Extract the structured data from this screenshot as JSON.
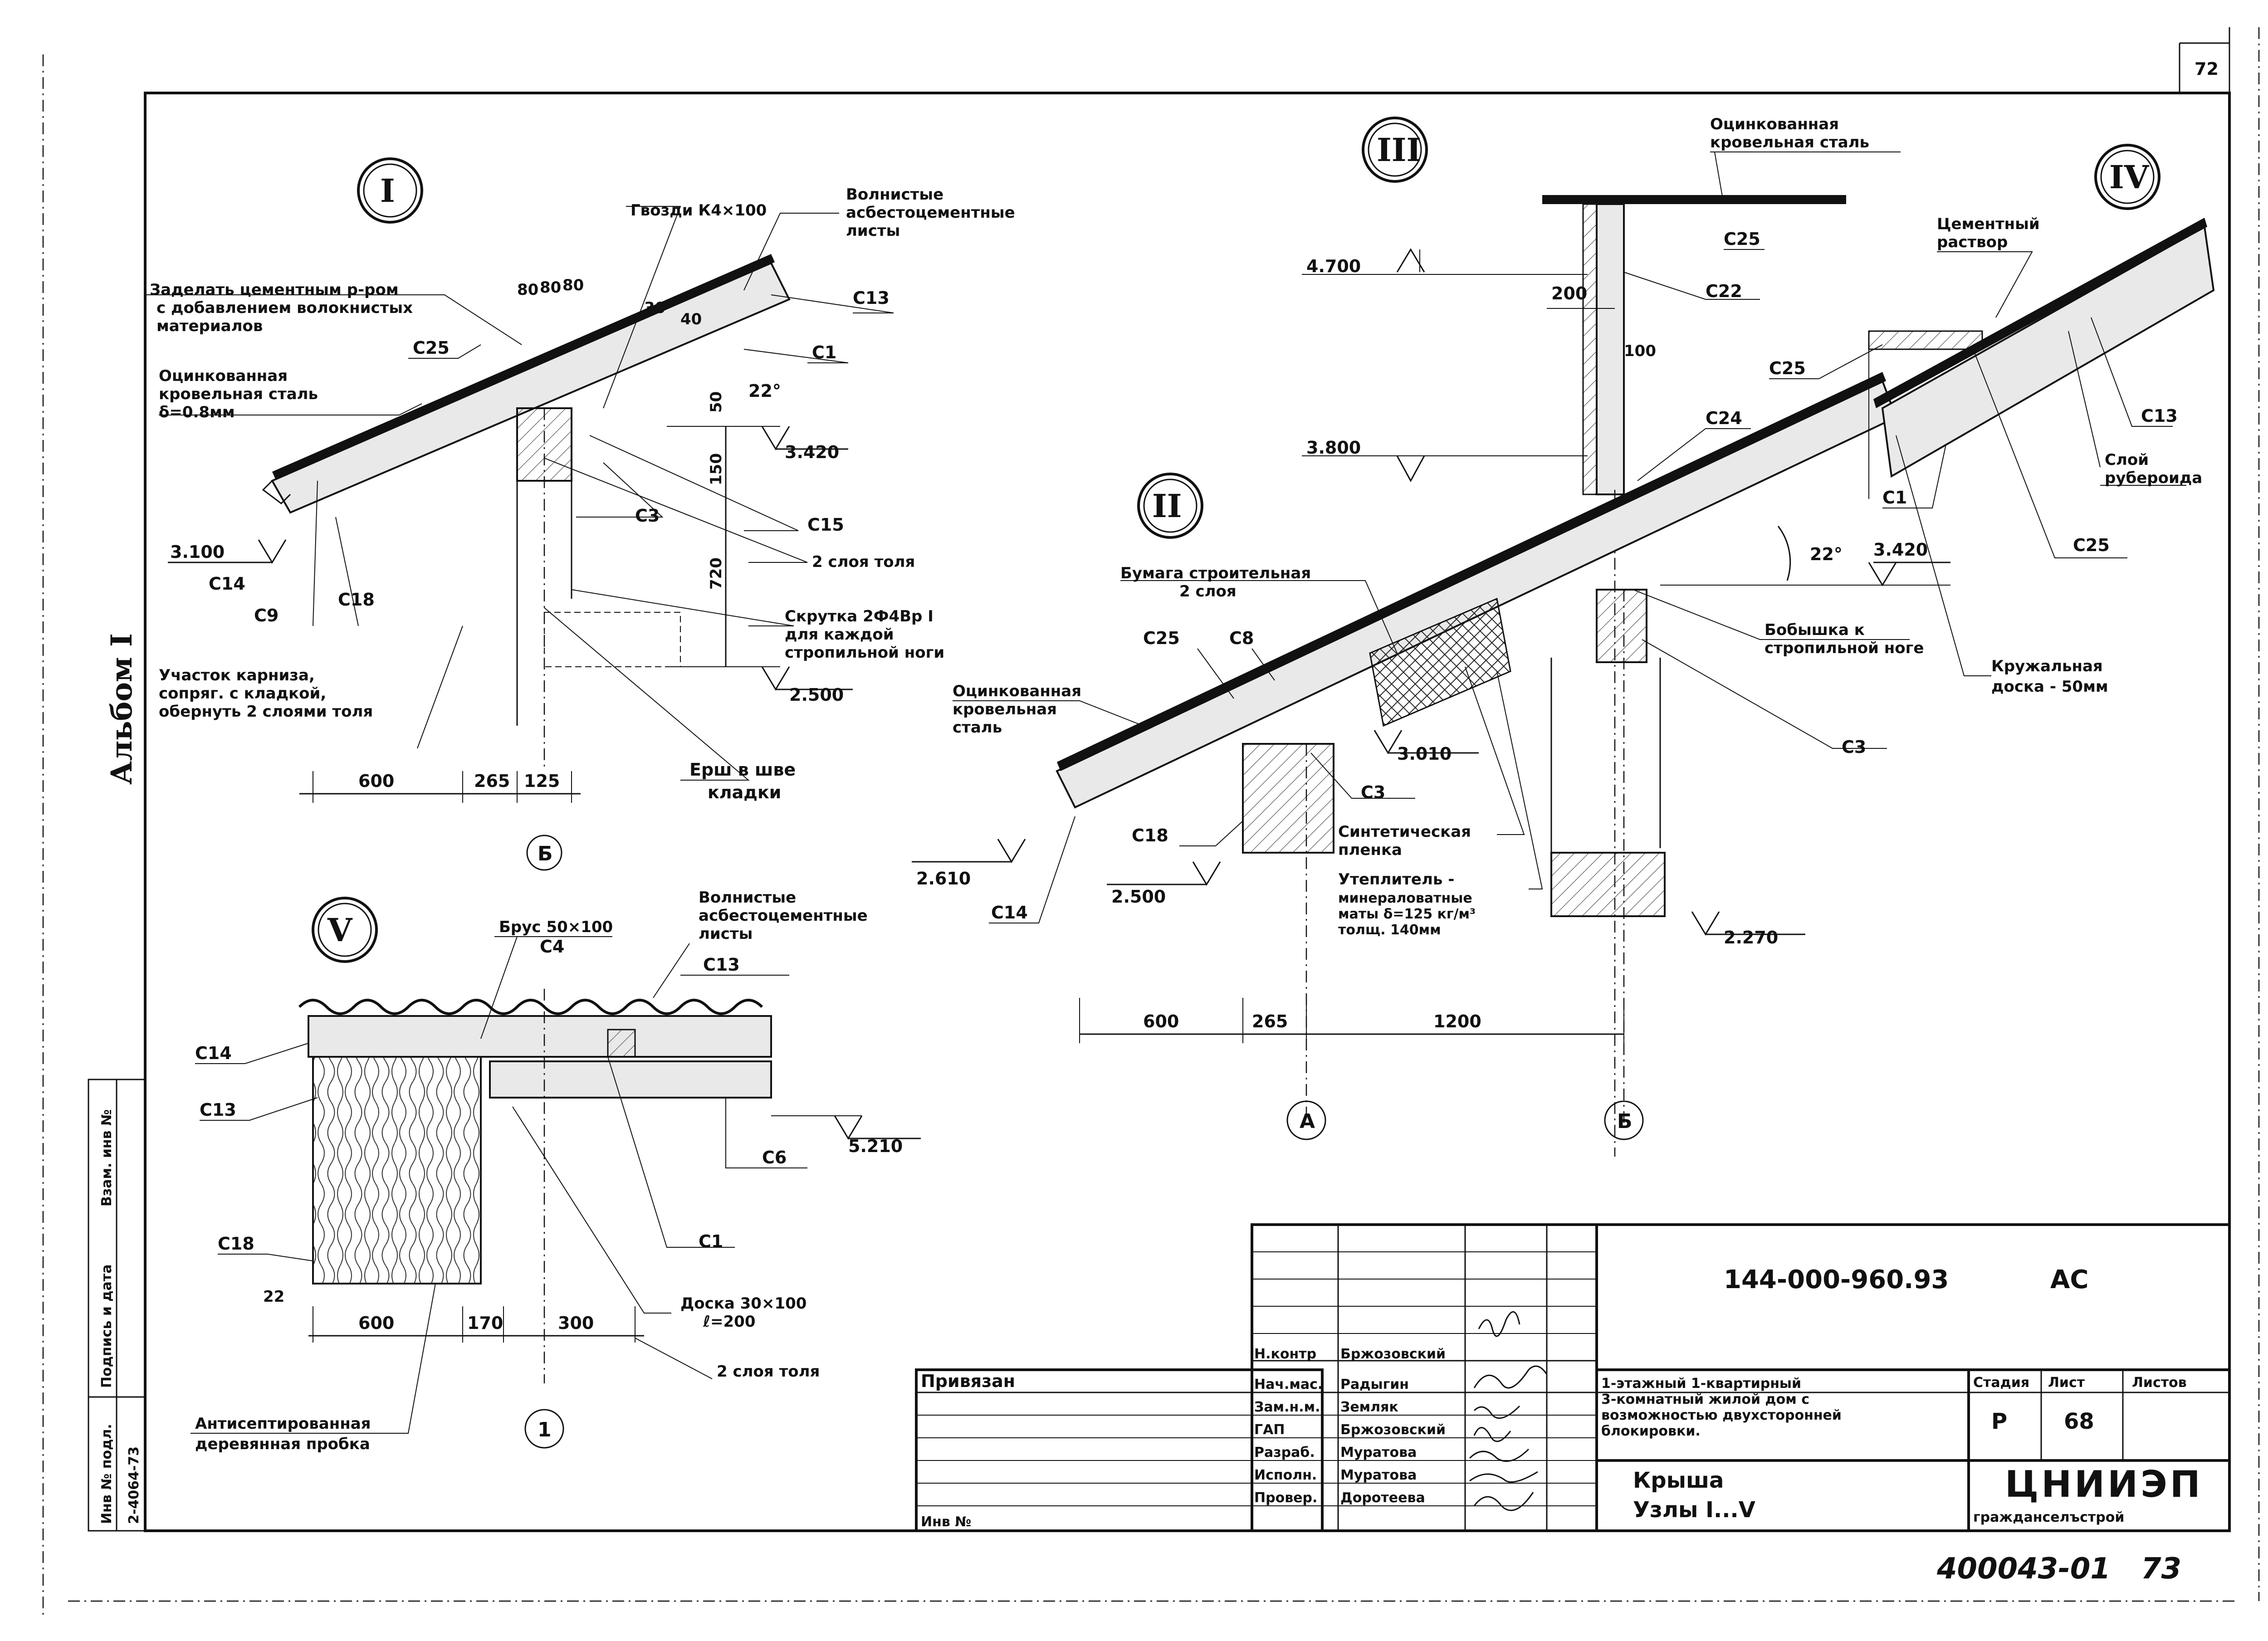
{
  "sheet": {
    "page_number": "72",
    "vertical_album": "Альбом I",
    "side_stamp": [
      "Инв № подл.",
      "Подпись и дата",
      "Взам. инв №"
    ],
    "side_number": "2-4064-73",
    "bottom_code": "400043-01",
    "bottom_page": "73"
  },
  "node1": {
    "ring": "I",
    "labels": {
      "nails": "Гвозди К4×100",
      "asbestos": [
        "Волнистые",
        "асбестоцементные",
        "листы"
      ],
      "seal": [
        "Заделать цементным р-ром",
        "с добавлением волокнистых",
        "материалов"
      ],
      "steel": [
        "Оцинкованная",
        "кровельная сталь",
        "δ=0.8мм"
      ],
      "c13": "С13",
      "c25": "С25",
      "c1": "С1",
      "c3": "С3",
      "c15": "С15",
      "c14": "С14",
      "c9": "С9",
      "c18": "С18",
      "felt2": "2 слоя толя",
      "twist": [
        "Скрутка 2Ф4Вр I",
        "для каждой",
        "стропильной ноги"
      ],
      "cornice": [
        "Участок карниза,",
        "сопряг. с кладкой,",
        "обернуть 2 слоями толя"
      ],
      "ruff": [
        "Ерш в шве",
        "кладки"
      ],
      "angle": "22°",
      "dims": [
        "80",
        "80",
        "80",
        "30",
        "40",
        "50",
        "150",
        "720",
        "600",
        "265",
        "125"
      ],
      "levels": [
        "3.420",
        "3.100",
        "2.500"
      ],
      "axis": "Б"
    }
  },
  "node2": {
    "ring": "II",
    "labels": {
      "paper": [
        "Бумага строительная",
        "2 слоя"
      ],
      "c25": "С25",
      "c8": "С8",
      "steel": [
        "Оцинкованная",
        "кровельная",
        "сталь"
      ],
      "c3": "С3",
      "c18": "С18",
      "c14": "С14",
      "film": [
        "Синтетическая",
        "пленка"
      ],
      "insul": [
        "Утеплитель -",
        "минераловатные",
        "маты δ=125 кг/м³",
        "толщ. 140мм"
      ],
      "levels": [
        "3.010",
        "2.610",
        "2.500",
        "2.270"
      ],
      "dims": [
        "600",
        "265",
        "1200"
      ],
      "axis_a": "А",
      "axis_b": "Б"
    }
  },
  "node3": {
    "ring": "III",
    "labels": {
      "steel": [
        "Оцинкованная",
        "кровельная сталь"
      ],
      "c25": "С25",
      "c22": "С22",
      "c24": "С24",
      "c3": "С3",
      "boss": [
        "Бобышка к",
        "стропильной ноге"
      ],
      "levels": [
        "4.700",
        "3.800"
      ],
      "dims": [
        "200",
        "100"
      ],
      "angle": "22°"
    }
  },
  "node4": {
    "ring": "IV",
    "labels": {
      "mortar": [
        "Цементный",
        "раствор"
      ],
      "c25": "С25",
      "c13": "С13",
      "c1": "С1",
      "ruberoid": [
        "Слой",
        "рубероида"
      ],
      "board": [
        "Кружальная",
        "доска - 50мм"
      ],
      "level": "3.420"
    }
  },
  "node5": {
    "ring": "V",
    "labels": {
      "beam": "Брус 50×100",
      "c4": "С4",
      "asbestos": [
        "Волнистые",
        "асбестоцементные",
        "листы"
      ],
      "c13": "С13",
      "c14": "С14",
      "c13b": "С13",
      "c6": "С6",
      "c1": "С1",
      "c18": "С18",
      "level": "5.210",
      "board": [
        "Доска 30×100",
        "ℓ=200"
      ],
      "felt2": "2 слоя толя",
      "antiseptic": [
        "Антисептированная",
        "деревянная пробка"
      ],
      "dims": [
        "22",
        "600",
        "170",
        "300"
      ],
      "axis": "1"
    }
  },
  "title_block": {
    "doc_code": "144-000-960.93",
    "mark": "АС",
    "bound": "Привязан",
    "inv": "Инв №",
    "roles": [
      "Н.контр",
      "Нач.мас.",
      "Зам.н.м.",
      "ГАП",
      "Разраб.",
      "Исполн.",
      "Провер."
    ],
    "names": [
      "Бржозовский",
      "Радыгин",
      "Земляк",
      "Бржозовский",
      "Муратова",
      "Муратова",
      "Доротеева"
    ],
    "project": [
      "1-этажный 1-квартирный",
      "3-комнатный жилой дом с",
      "возможностью двухсторонней",
      "блокировки."
    ],
    "sheet_title": [
      "Крыша",
      "Узлы I...V"
    ],
    "col_stage": "Стадия",
    "col_sheet": "Лист",
    "col_sheets": "Листов",
    "stage": "Р",
    "sheet_no": "68",
    "org": "ЦНИИЭП",
    "org_sub": "гражданселъстрой"
  }
}
